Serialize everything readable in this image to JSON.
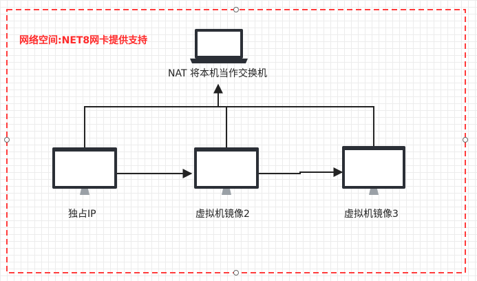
{
  "diagram": {
    "title": "网络空间:NET8网卡提供支持",
    "nodes": {
      "nat_host": {
        "label": "NAT 将本机当作交换机",
        "type": "laptop"
      },
      "standalone": {
        "label": "独占IP",
        "type": "monitor"
      },
      "vm2": {
        "label": "虚拟机镜像2",
        "type": "monitor"
      },
      "vm3": {
        "label": "虚拟机镜像3",
        "type": "monitor"
      }
    },
    "colors": {
      "frame": "#ff3b3b",
      "device": "#2b2f36",
      "screen": "#ffffff",
      "stand": "#9aa0a6",
      "connector": "#222222",
      "title": "#ff2a2a"
    }
  }
}
